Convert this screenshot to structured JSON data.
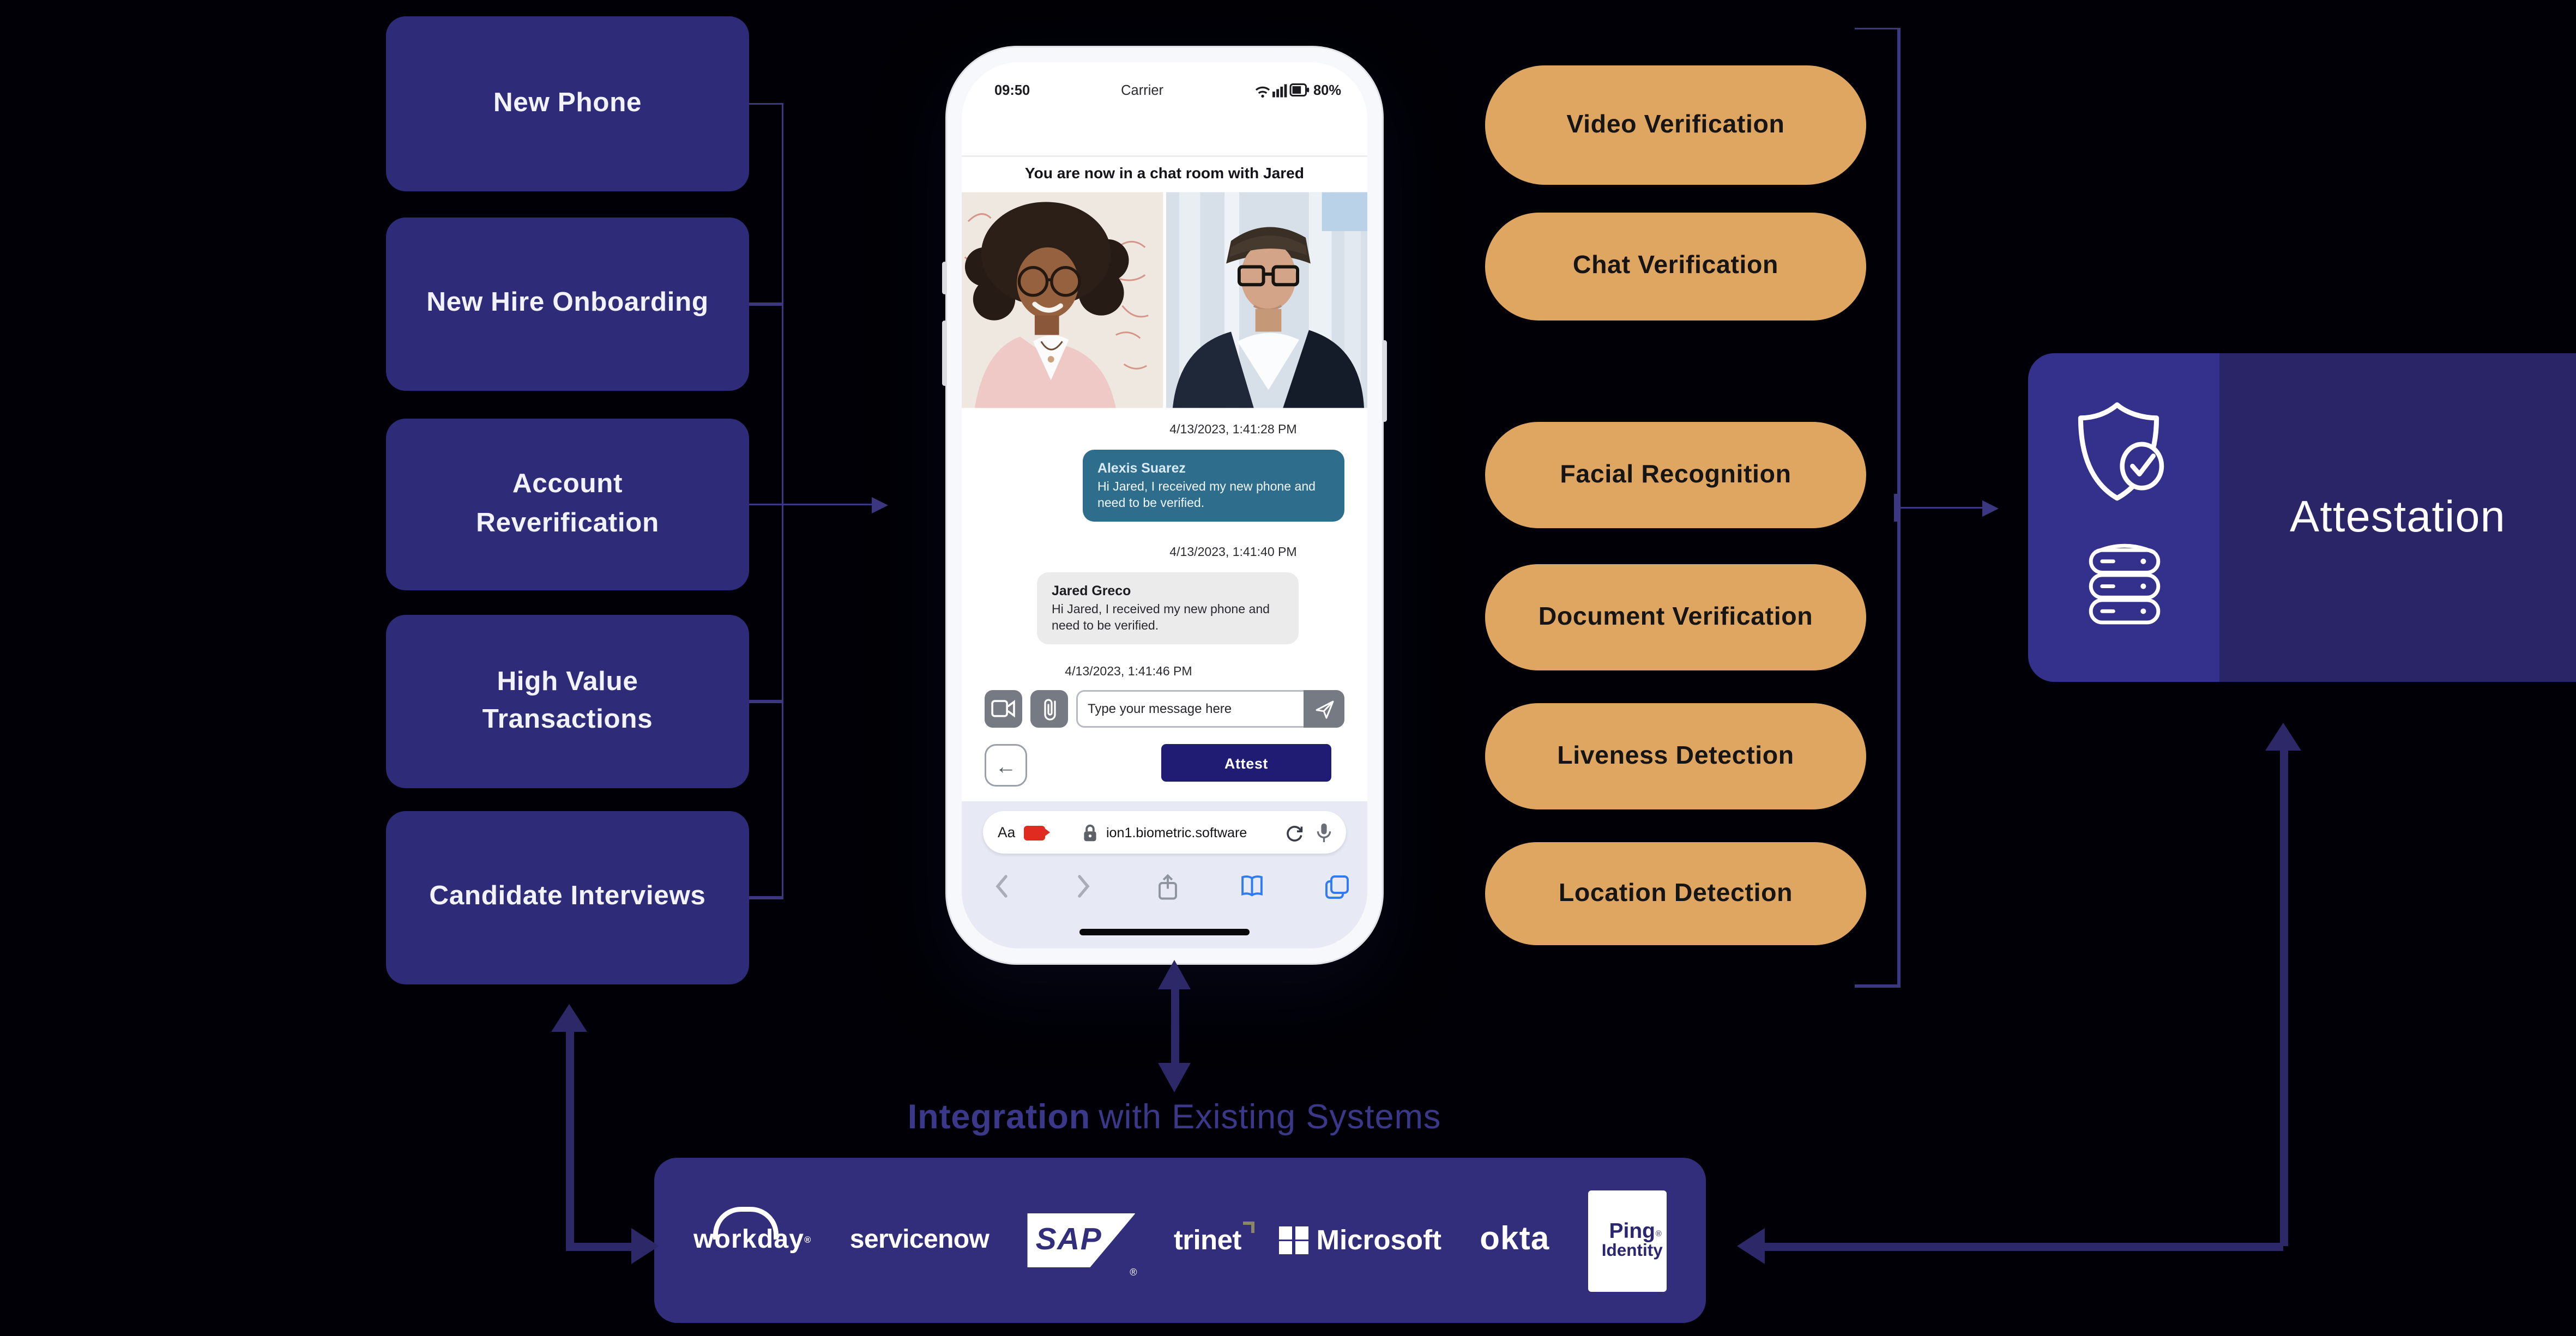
{
  "diagram": {
    "left_boxes": [
      "New Phone",
      "New Hire Onboarding",
      "Account Reverification",
      "High Value Transactions",
      "Candidate Interviews"
    ],
    "verification_pills": [
      "Video Verification",
      "Chat Verification",
      "Facial Recognition",
      "Document Verification",
      "Liveness Detection",
      "Location Detection"
    ],
    "attestation_label": "Attestation",
    "integration_caption": {
      "bold": "Integration",
      "rest": "with Existing Systems"
    }
  },
  "phone": {
    "status_bar": {
      "time": "09:50",
      "carrier": "Carrier",
      "battery_percent": "80%"
    },
    "chat_header": "You are now in a chat room with Jared",
    "messages": [
      {
        "timestamp": "4/13/2023, 1:41:28 PM",
        "sender": "Alexis Suarez",
        "text": "Hi Jared, I received my new phone and need to be verified."
      },
      {
        "timestamp": "4/13/2023, 1:41:40 PM",
        "sender": "Jared Greco",
        "text": "Hi Jared, I received my new phone and need to be verified."
      }
    ],
    "trailing_timestamp": "4/13/2023, 1:41:46 PM",
    "composer": {
      "placeholder": "Type your message here"
    },
    "attest_button": "Attest",
    "back_button": "←",
    "browser": {
      "reader_label": "Aa",
      "url": "ion1.biometric.software"
    }
  },
  "integration_bar": {
    "logos": {
      "workday": "workday",
      "workday_reg": "®",
      "servicenow": "servicenow",
      "sap": "SAP",
      "sap_reg": "®",
      "trinet": "trinet",
      "microsoft": "Microsoft",
      "okta": "okta",
      "ping_line1": "Ping",
      "ping_line2": "Identity",
      "ping_reg": "®"
    }
  },
  "colors": {
    "background": "#000006",
    "scenario_box": "#2e2b78",
    "pill": "#dfa661",
    "attestation_band": "#34318c",
    "attestation_body": "#2a2566",
    "logo_bar": "#332e7c",
    "arrow": "#2d2868",
    "connector": "#3c3781",
    "sent_bubble": "#2e6d8c",
    "received_bubble": "#ecebec",
    "attest_button": "#201c73"
  }
}
